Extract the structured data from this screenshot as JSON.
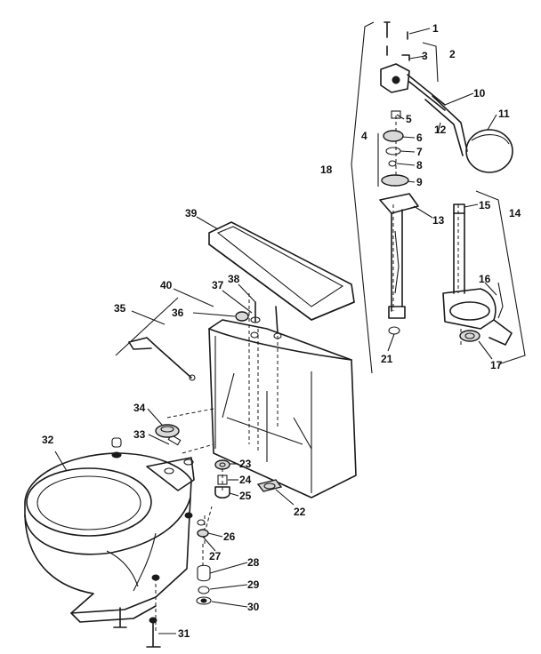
{
  "callouts": [
    "1",
    "2",
    "3",
    "4",
    "5",
    "6",
    "7",
    "8",
    "9",
    "10",
    "11",
    "12",
    "13",
    "14",
    "15",
    "16",
    "17",
    "18",
    "21",
    "22",
    "23",
    "24",
    "25",
    "26",
    "27",
    "28",
    "29",
    "30",
    "31",
    "32",
    "33",
    "34",
    "35",
    "36",
    "37",
    "38",
    "39",
    "40"
  ]
}
